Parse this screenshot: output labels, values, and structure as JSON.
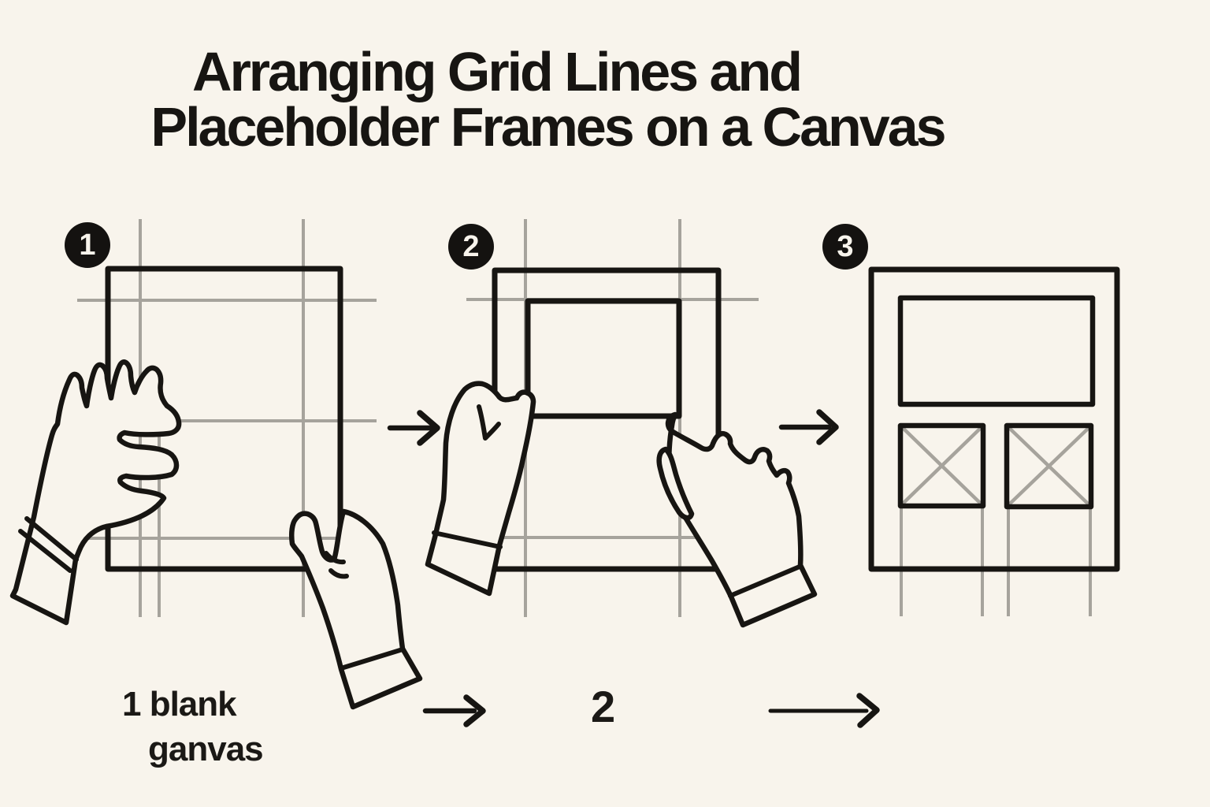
{
  "title": {
    "line1": "Arranging Grid Lines and",
    "line2": "Placeholder Frames on a Canvas"
  },
  "steps": [
    {
      "badge": "1",
      "description": "blank canvas with grid lines held by two hands"
    },
    {
      "badge": "2",
      "description": "hands placing a frame aligned to grid lines"
    },
    {
      "badge": "3",
      "description": "canvas with placeholder frames (one rectangle, two crossed squares)"
    }
  ],
  "captions": {
    "step1_line1": "1 blank",
    "step1_line2": "ganvas",
    "step2": "2"
  },
  "icons": {
    "arrow": "arrow-right-icon",
    "placeholder_cross": "x-mark-icon"
  },
  "colors": {
    "background": "#f8f4ec",
    "ink": "#171512",
    "grid_gray": "#a6a39c",
    "badge_bg": "#141210",
    "badge_text": "#f8f4ec"
  }
}
